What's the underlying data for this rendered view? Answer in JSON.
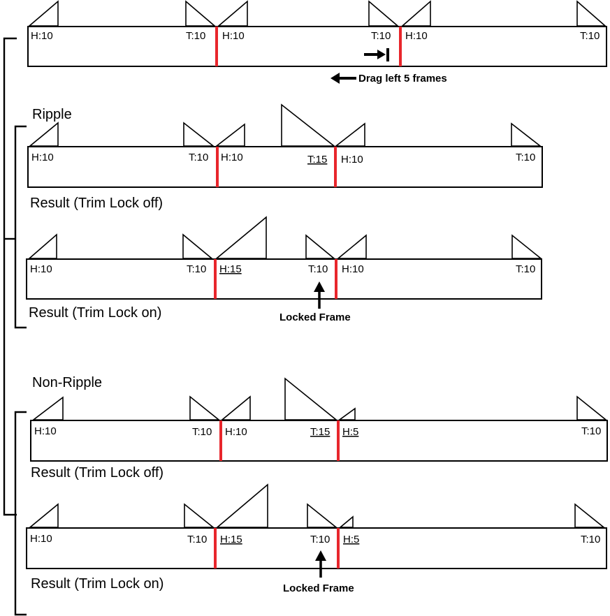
{
  "colors": {
    "cut_line": "#e8262c",
    "stroke": "#000000"
  },
  "sections": {
    "ripple": "Ripple",
    "non_ripple": "Non-Ripple"
  },
  "annotations": {
    "drag": "Drag left 5 frames",
    "locked_frame_1": "Locked Frame",
    "locked_frame_2": "Locked Frame"
  },
  "tracks": [
    {
      "id": "original",
      "caption": "",
      "labels": [
        "H:10",
        "T:10",
        "H:10",
        "T:10",
        "H:10",
        "T:10"
      ]
    },
    {
      "id": "ripple-off",
      "caption": "Result (Trim Lock off)",
      "labels": [
        "H:10",
        "T:10",
        "H:10",
        "T:15",
        "H:10",
        "T:10"
      ]
    },
    {
      "id": "ripple-on",
      "caption": "Result (Trim Lock on)",
      "labels": [
        "H:10",
        "T:10",
        "H:15",
        "T:10",
        "H:10",
        "T:10"
      ]
    },
    {
      "id": "nonripple-off",
      "caption": "Result (Trim Lock off)",
      "labels": [
        "H:10",
        "T:10",
        "H:10",
        "T:15",
        "H:5",
        "T:10"
      ]
    },
    {
      "id": "nonripple-on",
      "caption": "Result (Trim Lock on)",
      "labels": [
        "H:10",
        "T:10",
        "H:15",
        "T:10",
        "H:5",
        "T:10"
      ]
    }
  ]
}
